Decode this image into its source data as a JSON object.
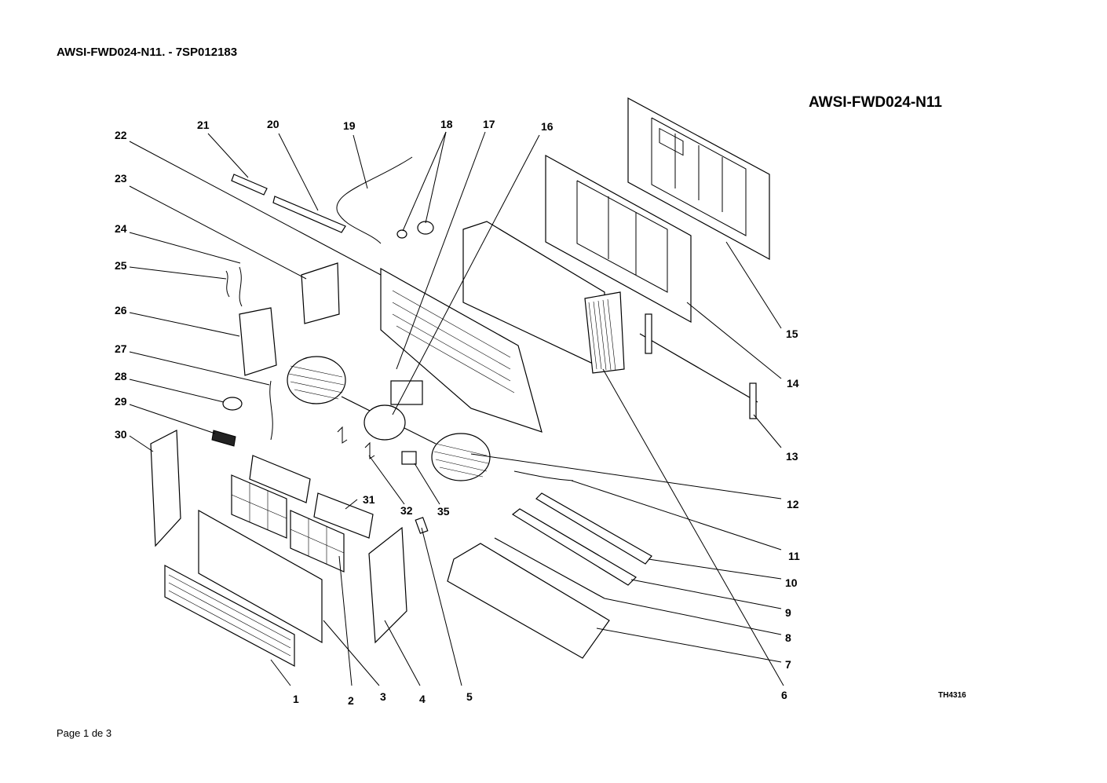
{
  "header": {
    "text": "AWSI-FWD024-N11. - 7SP012183"
  },
  "model_title": "AWSI-FWD024-N11",
  "reference_code": "TH4316",
  "footer": {
    "page": "Page 1 de 3"
  },
  "callouts": [
    "1",
    "2",
    "3",
    "4",
    "5",
    "6",
    "7",
    "8",
    "9",
    "10",
    "11",
    "12",
    "13",
    "14",
    "15",
    "16",
    "17",
    "18",
    "19",
    "20",
    "21",
    "22",
    "23",
    "24",
    "25",
    "26",
    "27",
    "28",
    "29",
    "30",
    "31",
    "32",
    "35"
  ]
}
